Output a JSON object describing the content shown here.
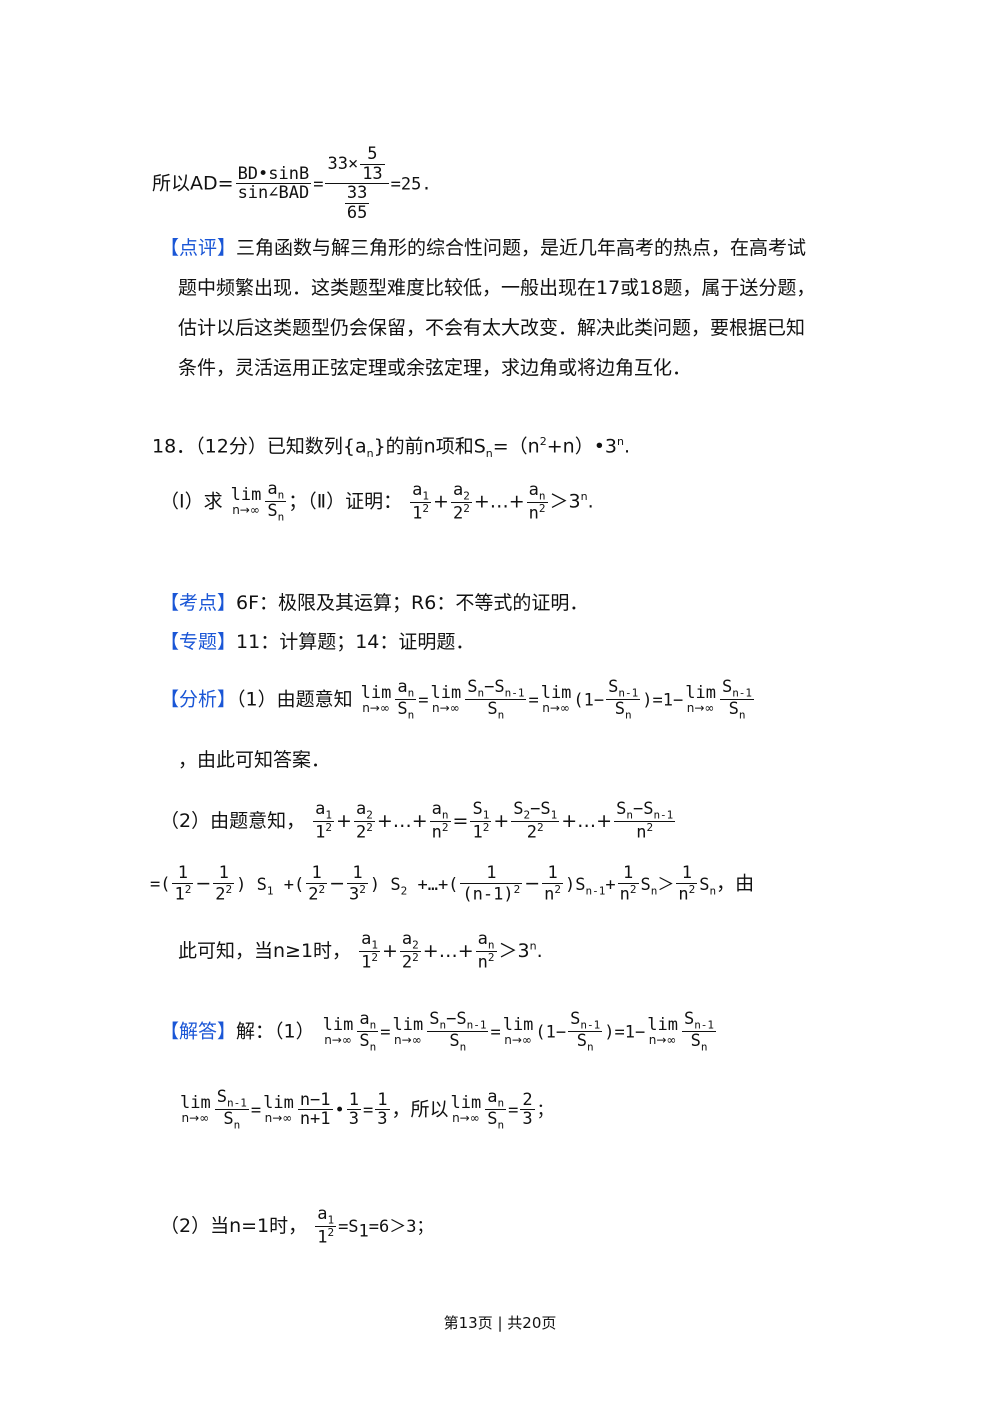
{
  "top": {
    "prefix": "所以AD=",
    "f1_num": "BD•sinB",
    "f1_den": "sin∠BAD",
    "eq": "=",
    "big_num_a": "33×",
    "small_num": "5",
    "small_den": "13",
    "big_den_num": "33",
    "big_den_den": "65",
    "result": "=25."
  },
  "comment": {
    "tag": "【点评】",
    "l1": "三角函数与解三角形的综合性问题，是近几年高考的热点，在高考试",
    "l2": "题中频繁出现．这类题型难度比较低，一般出现在17或18题，属于送分题，",
    "l3": "估计以后这类题型仍会保留，不会有太大改变．解决此类问题，要根据已知",
    "l4": "条件，灵活运用正弦定理或余弦定理，求边角或将边角互化．"
  },
  "q18": {
    "head": "18．（12分）已知数列{a",
    "head_sub": "n",
    "head_mid": "}的前n项和S",
    "head_mid_sub": "n",
    "head_end": "=（n",
    "head_sup": "2",
    "head_end2": "+n）•3",
    "head_sup2": "n",
    "head_dot": ".",
    "p1": "（Ⅰ）求",
    "p2": "；（Ⅱ）证明：",
    "p3": "＞3",
    "p3_sup": "n",
    "p3_dot": "."
  },
  "kaodian": {
    "tag": "【考点】",
    "text": "6F：极限及其运算；R6：不等式的证明．"
  },
  "zhuanti": {
    "tag": "【专题】",
    "text": "11：计算题；14：证明题．"
  },
  "fenxi": {
    "tag": "【分析】",
    "intro": "（1）由题意知",
    "tail": "，由此可知答案．",
    "p2": "（2）由题意知，",
    "p3_end": "，由",
    "p4": "此可知，当n≥1时，",
    "p4_end": "＞3",
    "p4_sup": "n",
    "p4_dot": "."
  },
  "jieda": {
    "tag": "【解答】",
    "intro": "解：（1）",
    "l2_mid": "，所以",
    "l3": "（2）当n=1时，",
    "l3_end": "=S",
    "l3_sub": "1",
    "l3_end2": "=6＞3；"
  },
  "footer": {
    "text": "第13页 | 共20页"
  }
}
